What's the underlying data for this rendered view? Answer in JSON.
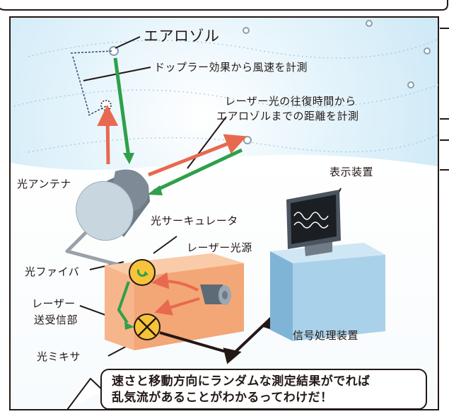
{
  "labels": {
    "aerosol": "エアロゾル",
    "doppler": "ドップラー効果から風速を計測",
    "roundtrip_line1": "レーザー光の往復時間から",
    "roundtrip_line2": "エアロゾルまでの距離を計測",
    "antenna": "光アンテナ",
    "display": "表示装置",
    "circulator": "光サーキュレータ",
    "laser_source": "レーザー光源",
    "fiber": "光ファイバ",
    "transceiver_line1": "レーザー",
    "transceiver_line2": "送受信部",
    "signal_processor": "信号処理装置",
    "mixer": "光ミキサ"
  },
  "bubble": {
    "line1": "速さと移動方向にランダムな測定結果がでれば",
    "line2": "乱気流があることがわかるってわけだ！"
  },
  "colors": {
    "sky": "#cde9f7",
    "outgoing_beam": "#e8694f",
    "return_beam": "#2ea04a",
    "antenna_body": "#6f7b86",
    "transceiver_box": "#f6b58a",
    "component_yellow": "#f6c33a",
    "processor_box": "#a9d1ea"
  }
}
